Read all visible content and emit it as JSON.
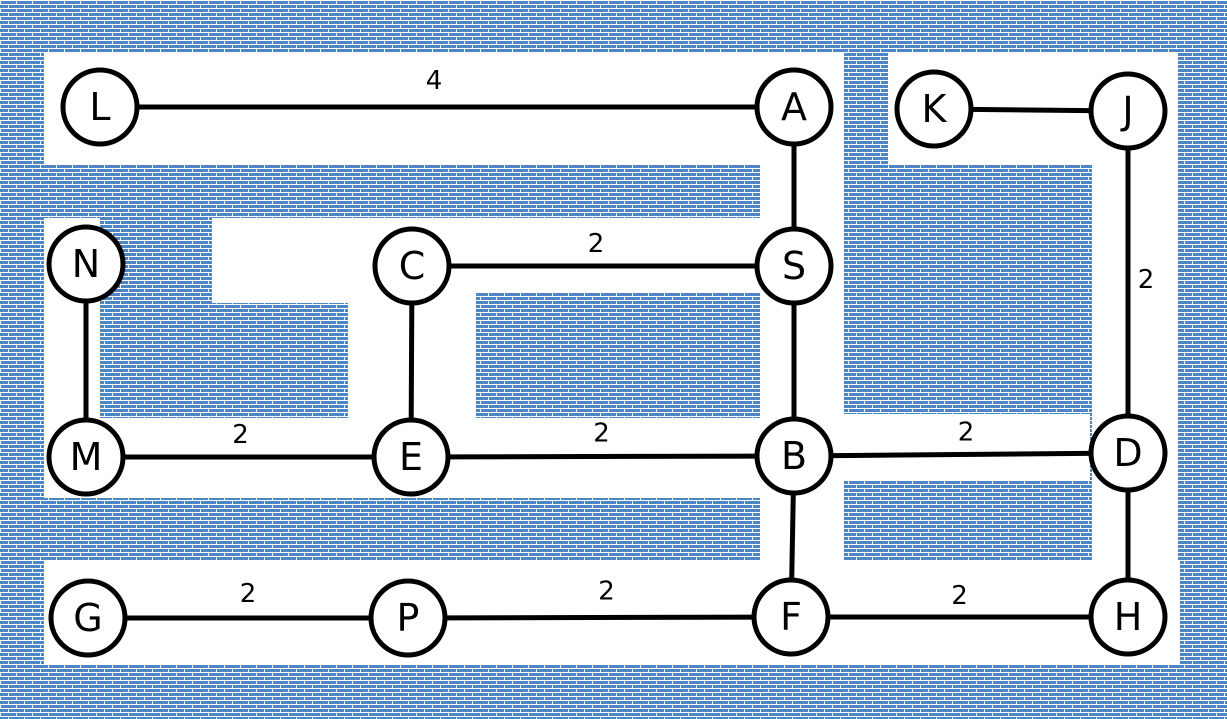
{
  "colors": {
    "brick": "#4a86c8",
    "mortar": "#ffffff",
    "corridor": "#ffffff",
    "line": "#000000",
    "node_fill": "#ffffff"
  },
  "nodes": [
    {
      "id": "L",
      "label": "L"
    },
    {
      "id": "A",
      "label": "A"
    },
    {
      "id": "K",
      "label": "K"
    },
    {
      "id": "J",
      "label": "J"
    },
    {
      "id": "N",
      "label": "N"
    },
    {
      "id": "C",
      "label": "C"
    },
    {
      "id": "S",
      "label": "S"
    },
    {
      "id": "M",
      "label": "M"
    },
    {
      "id": "E",
      "label": "E"
    },
    {
      "id": "B",
      "label": "B"
    },
    {
      "id": "D",
      "label": "D"
    },
    {
      "id": "G",
      "label": "G"
    },
    {
      "id": "P",
      "label": "P"
    },
    {
      "id": "F",
      "label": "F"
    },
    {
      "id": "H",
      "label": "H"
    }
  ],
  "edges": [
    {
      "from": "L",
      "to": "A",
      "weight": "4"
    },
    {
      "from": "K",
      "to": "J",
      "weight": ""
    },
    {
      "from": "A",
      "to": "S",
      "weight": ""
    },
    {
      "from": "C",
      "to": "S",
      "weight": "2"
    },
    {
      "from": "J",
      "to": "D",
      "weight": "2"
    },
    {
      "from": "N",
      "to": "M",
      "weight": ""
    },
    {
      "from": "C",
      "to": "E",
      "weight": ""
    },
    {
      "from": "S",
      "to": "B",
      "weight": ""
    },
    {
      "from": "M",
      "to": "E",
      "weight": "2"
    },
    {
      "from": "E",
      "to": "B",
      "weight": "2"
    },
    {
      "from": "B",
      "to": "D",
      "weight": "2"
    },
    {
      "from": "B",
      "to": "F",
      "weight": ""
    },
    {
      "from": "D",
      "to": "H",
      "weight": ""
    },
    {
      "from": "G",
      "to": "P",
      "weight": "2"
    },
    {
      "from": "P",
      "to": "F",
      "weight": "2"
    },
    {
      "from": "F",
      "to": "H",
      "weight": "2"
    }
  ]
}
